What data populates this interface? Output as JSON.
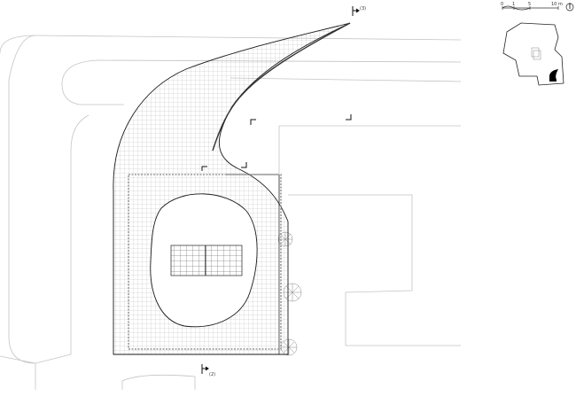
{
  "section_marks": {
    "north": "(3)",
    "south": "(2)"
  },
  "scale_bar": {
    "ticks": [
      "0",
      "1",
      "5",
      "10 m"
    ]
  },
  "colors": {
    "line": "#222222",
    "context": "#bdbdbd",
    "mesh": "#8a8a8a",
    "highlight": "#000000"
  },
  "icons": {
    "north_arrow": "north-arrow-icon",
    "tree": "tree-icon"
  }
}
